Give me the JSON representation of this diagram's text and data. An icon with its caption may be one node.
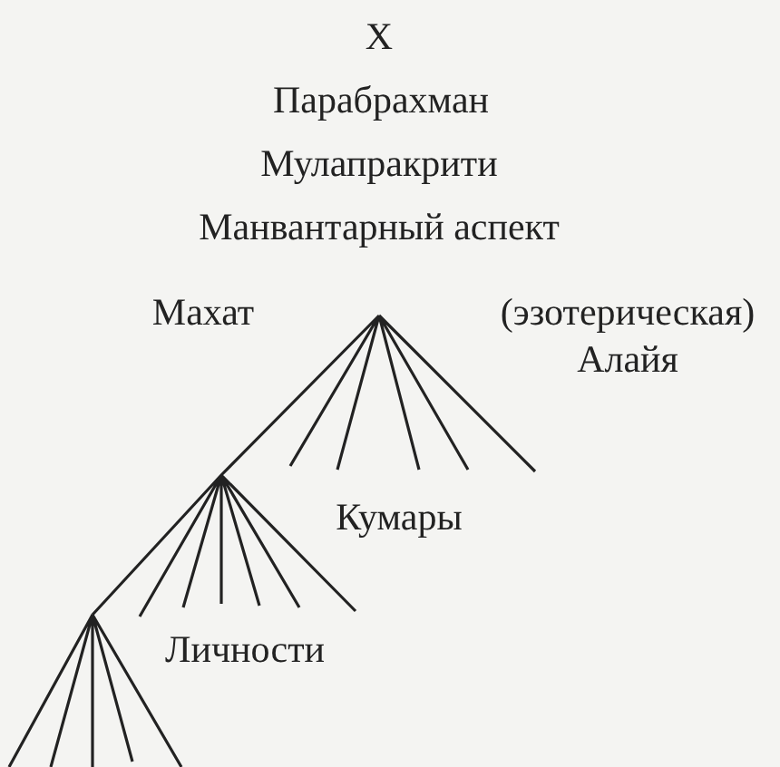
{
  "diagram": {
    "labels": [
      "X",
      "Парабрахман",
      "Мулапракрити",
      "Манвантарный аспект",
      "Махат",
      "(эзотерическая) Алайя",
      "Кумары",
      "Личности"
    ]
  }
}
